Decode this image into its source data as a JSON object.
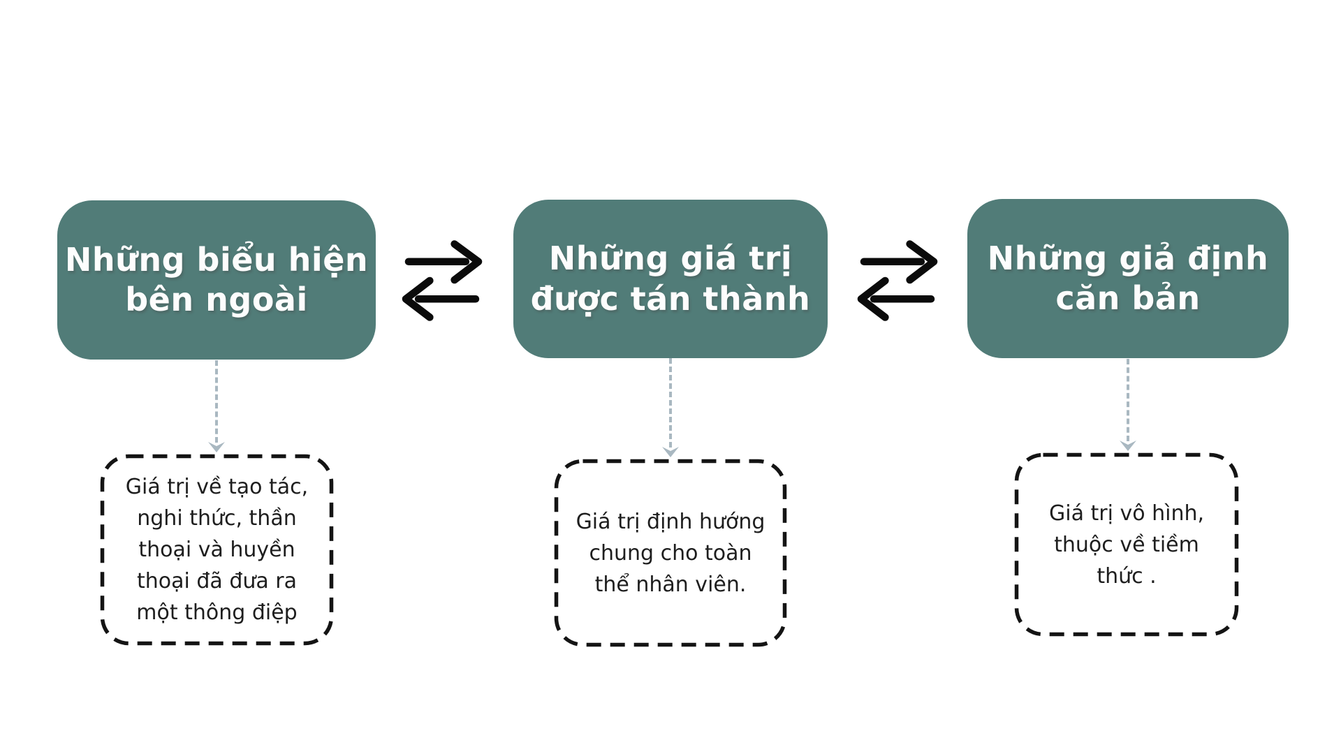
{
  "diagram_title": "Organizational culture levels diagram",
  "colors": {
    "box_fill": "#517c78",
    "box_title_text": "#fdfdfd",
    "description_text": "#1e1e1e",
    "dashed_border": "#141414",
    "connector_arrow": "#a9b8c1",
    "exchange_arrow": "#0b0b0b",
    "background": "#ffffff"
  },
  "icons": {
    "exchange": "swap-arrows-icon",
    "connector": "dashed-down-arrow-icon"
  },
  "columns": [
    {
      "title": "Những biểu hiện\nbên ngoài",
      "description": "Giá trị  về tạo tác,\nnghi thức, thần\nthoại và huyền\nthoại đã đưa ra\nmột thông điệp"
    },
    {
      "title": "Những giá trị\nđược tán thành",
      "description": "Giá trị định hướng\nchung cho toàn\nthể nhân viên."
    },
    {
      "title": "Những giả định\ncăn bản",
      "description": "Giá trị vô hình,\nthuộc về tiềm\nthức ."
    }
  ]
}
